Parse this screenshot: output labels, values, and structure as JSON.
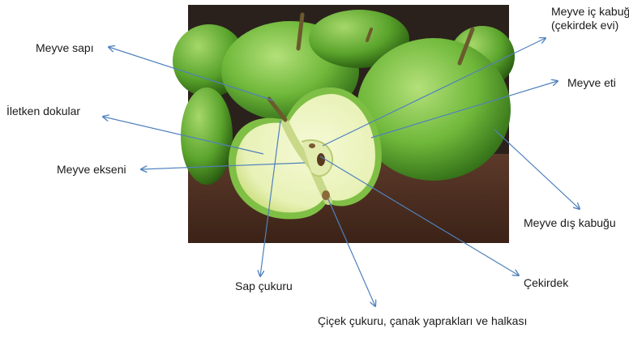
{
  "labels": {
    "meyve_sapi": "Meyve sapı",
    "iletken_dokular": "İletken dokular",
    "meyve_ekseni": "Meyve ekseni",
    "sap_cukuru": "Sap çukuru",
    "cicek_cukuru": "Çiçek çukuru, çanak yaprakları ve halkası",
    "cekirdek": "Çekirdek",
    "meyve_dis_kabugu": "Meyve dış kabuğu",
    "meyve_eti": "Meyve eti",
    "meyve_ic_kabugu": "Meyve iç kabuğu (çekirdek evi)"
  },
  "colors": {
    "arrow": "#4f81bd",
    "background": "#2a211c",
    "table": "#4e2f22",
    "apple_skin": "#6fb83a",
    "apple_skin_dark": "#3d7d1e",
    "apple_flesh": "#eef5c8",
    "core": "#d9e2a3",
    "stem": "#6b5a2e"
  }
}
